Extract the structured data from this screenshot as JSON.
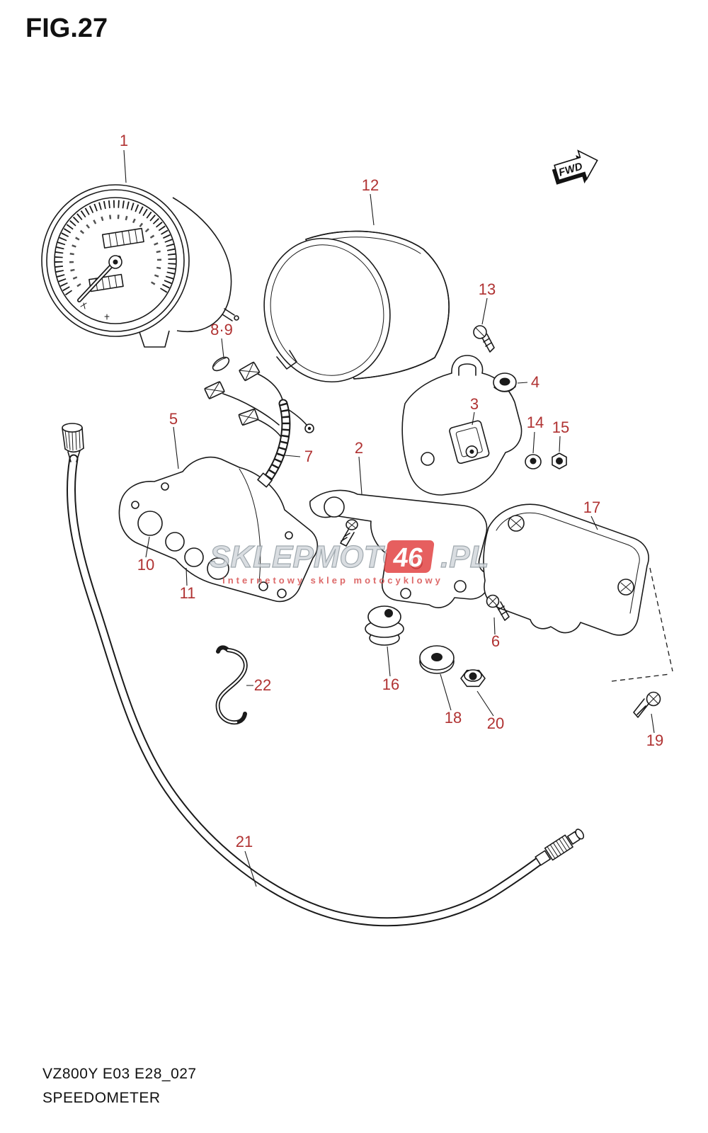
{
  "title": "FIG.27",
  "fwd": "FWD",
  "watermark": {
    "part1": "SKLEPMOTO",
    "part2": "46",
    "part3": ".PL",
    "sub": "internetowy sklep motocyklowy"
  },
  "footer": {
    "code": "VZ800Y E03 E28_027",
    "name": "SPEEDOMETER"
  },
  "labels": {
    "p1": "1",
    "p2": "2",
    "p3": "3",
    "p4": "4",
    "p5": "5",
    "p6": "6",
    "p7": "7",
    "p89": "8·9",
    "p10": "10",
    "p11": "11",
    "p12": "12",
    "p13": "13",
    "p14": "14",
    "p15": "15",
    "p16": "16",
    "p17": "17",
    "p18": "18",
    "p19": "19",
    "p20": "20",
    "p21": "21",
    "p22": "22"
  },
  "colors": {
    "label": "#b03232",
    "line": "#1a1a1a",
    "watermark_accent": "#e24444"
  }
}
